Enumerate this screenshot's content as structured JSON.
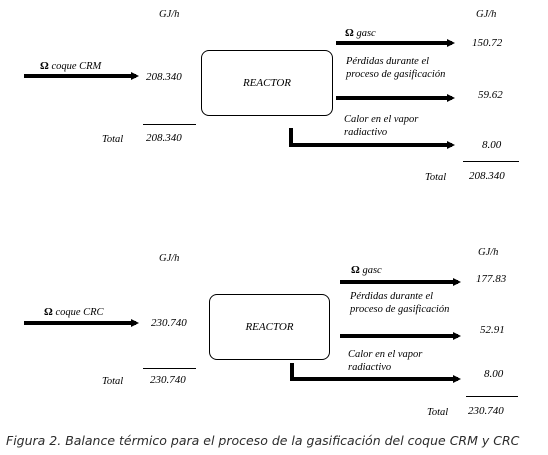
{
  "diagram1": {
    "unit_left": "GJ/h",
    "unit_right": "GJ/h",
    "omega": "Ω",
    "input_label": "coque  CRM",
    "input_value": "208.340",
    "reactor_label": "REACTOR",
    "total_label_left": "Total",
    "total_value_left": "208.340",
    "out_gas_label": "gasc",
    "out_gas_value": "150.72",
    "out_loss_label": "Pérdidas durante el proceso de gasificación",
    "out_loss_value": "59.62",
    "out_heat_label": "Calor en el vapor radiactivo",
    "out_heat_value": "8.00",
    "total_label_right": "Total",
    "total_value_right": "208.340"
  },
  "diagram2": {
    "unit_left": "GJ/h",
    "unit_right": "GJ/h",
    "omega": "Ω",
    "input_label": "coque  CRC",
    "input_value": "230.740",
    "reactor_label": "REACTOR",
    "total_label_left": "Total",
    "total_value_left": "230.740",
    "out_gas_label": "gasc",
    "out_gas_value": "177.83",
    "out_loss_label": "Pérdidas durante el proceso de gasificación",
    "out_loss_value": "52.91",
    "out_heat_label": "Calor en el vapor radiactivo",
    "out_heat_value": "8.00",
    "total_label_right": "Total",
    "total_value_right": "230.740"
  },
  "caption": "Figura 2. Balance térmico para el proceso de la gasificación del coque CRM y CRC"
}
